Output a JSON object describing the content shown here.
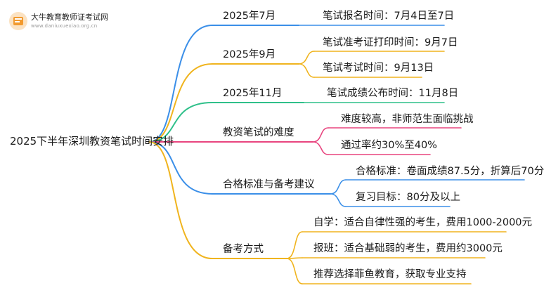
{
  "logo": {
    "title": "大牛教育教师证考试网",
    "subtitle": "www.daniuxuexiao.org.cn"
  },
  "root": {
    "label": "2025下半年深圳教资笔试时间安排"
  },
  "branches": [
    {
      "label": "2025年7月",
      "color": "#3b8fe8",
      "children": [
        {
          "label": "笔试报名时间：7月4日至7日"
        }
      ]
    },
    {
      "label": "2025年9月",
      "color": "#f0b41e",
      "children": [
        {
          "label": "笔试准考证打印时间：9月7日"
        },
        {
          "label": "笔试考试时间：9月13日"
        }
      ]
    },
    {
      "label": "2025年11月",
      "color": "#2fc08a",
      "children": [
        {
          "label": "笔试成绩公布时间：11月8日"
        }
      ]
    },
    {
      "label": "教资笔试的难度",
      "color": "#e8457f",
      "children": [
        {
          "label": "难度较高，非师范生面临挑战"
        },
        {
          "label": "通过率约30%至40%"
        }
      ]
    },
    {
      "label": "合格标准与备考建议",
      "color": "#3b8fe8",
      "children": [
        {
          "label": "合格标准：卷面成绩87.5分，折算后70分"
        },
        {
          "label": "复习目标：80分及以上"
        }
      ]
    },
    {
      "label": "备考方式",
      "color": "#f0b41e",
      "children": [
        {
          "label": "自学：适合自律性强的考生，费用1000-2000元"
        },
        {
          "label": "报班：适合基础弱的考生，费用约3000元"
        },
        {
          "label": "推荐选择菲鱼教育，获取专业支持"
        }
      ]
    }
  ]
}
